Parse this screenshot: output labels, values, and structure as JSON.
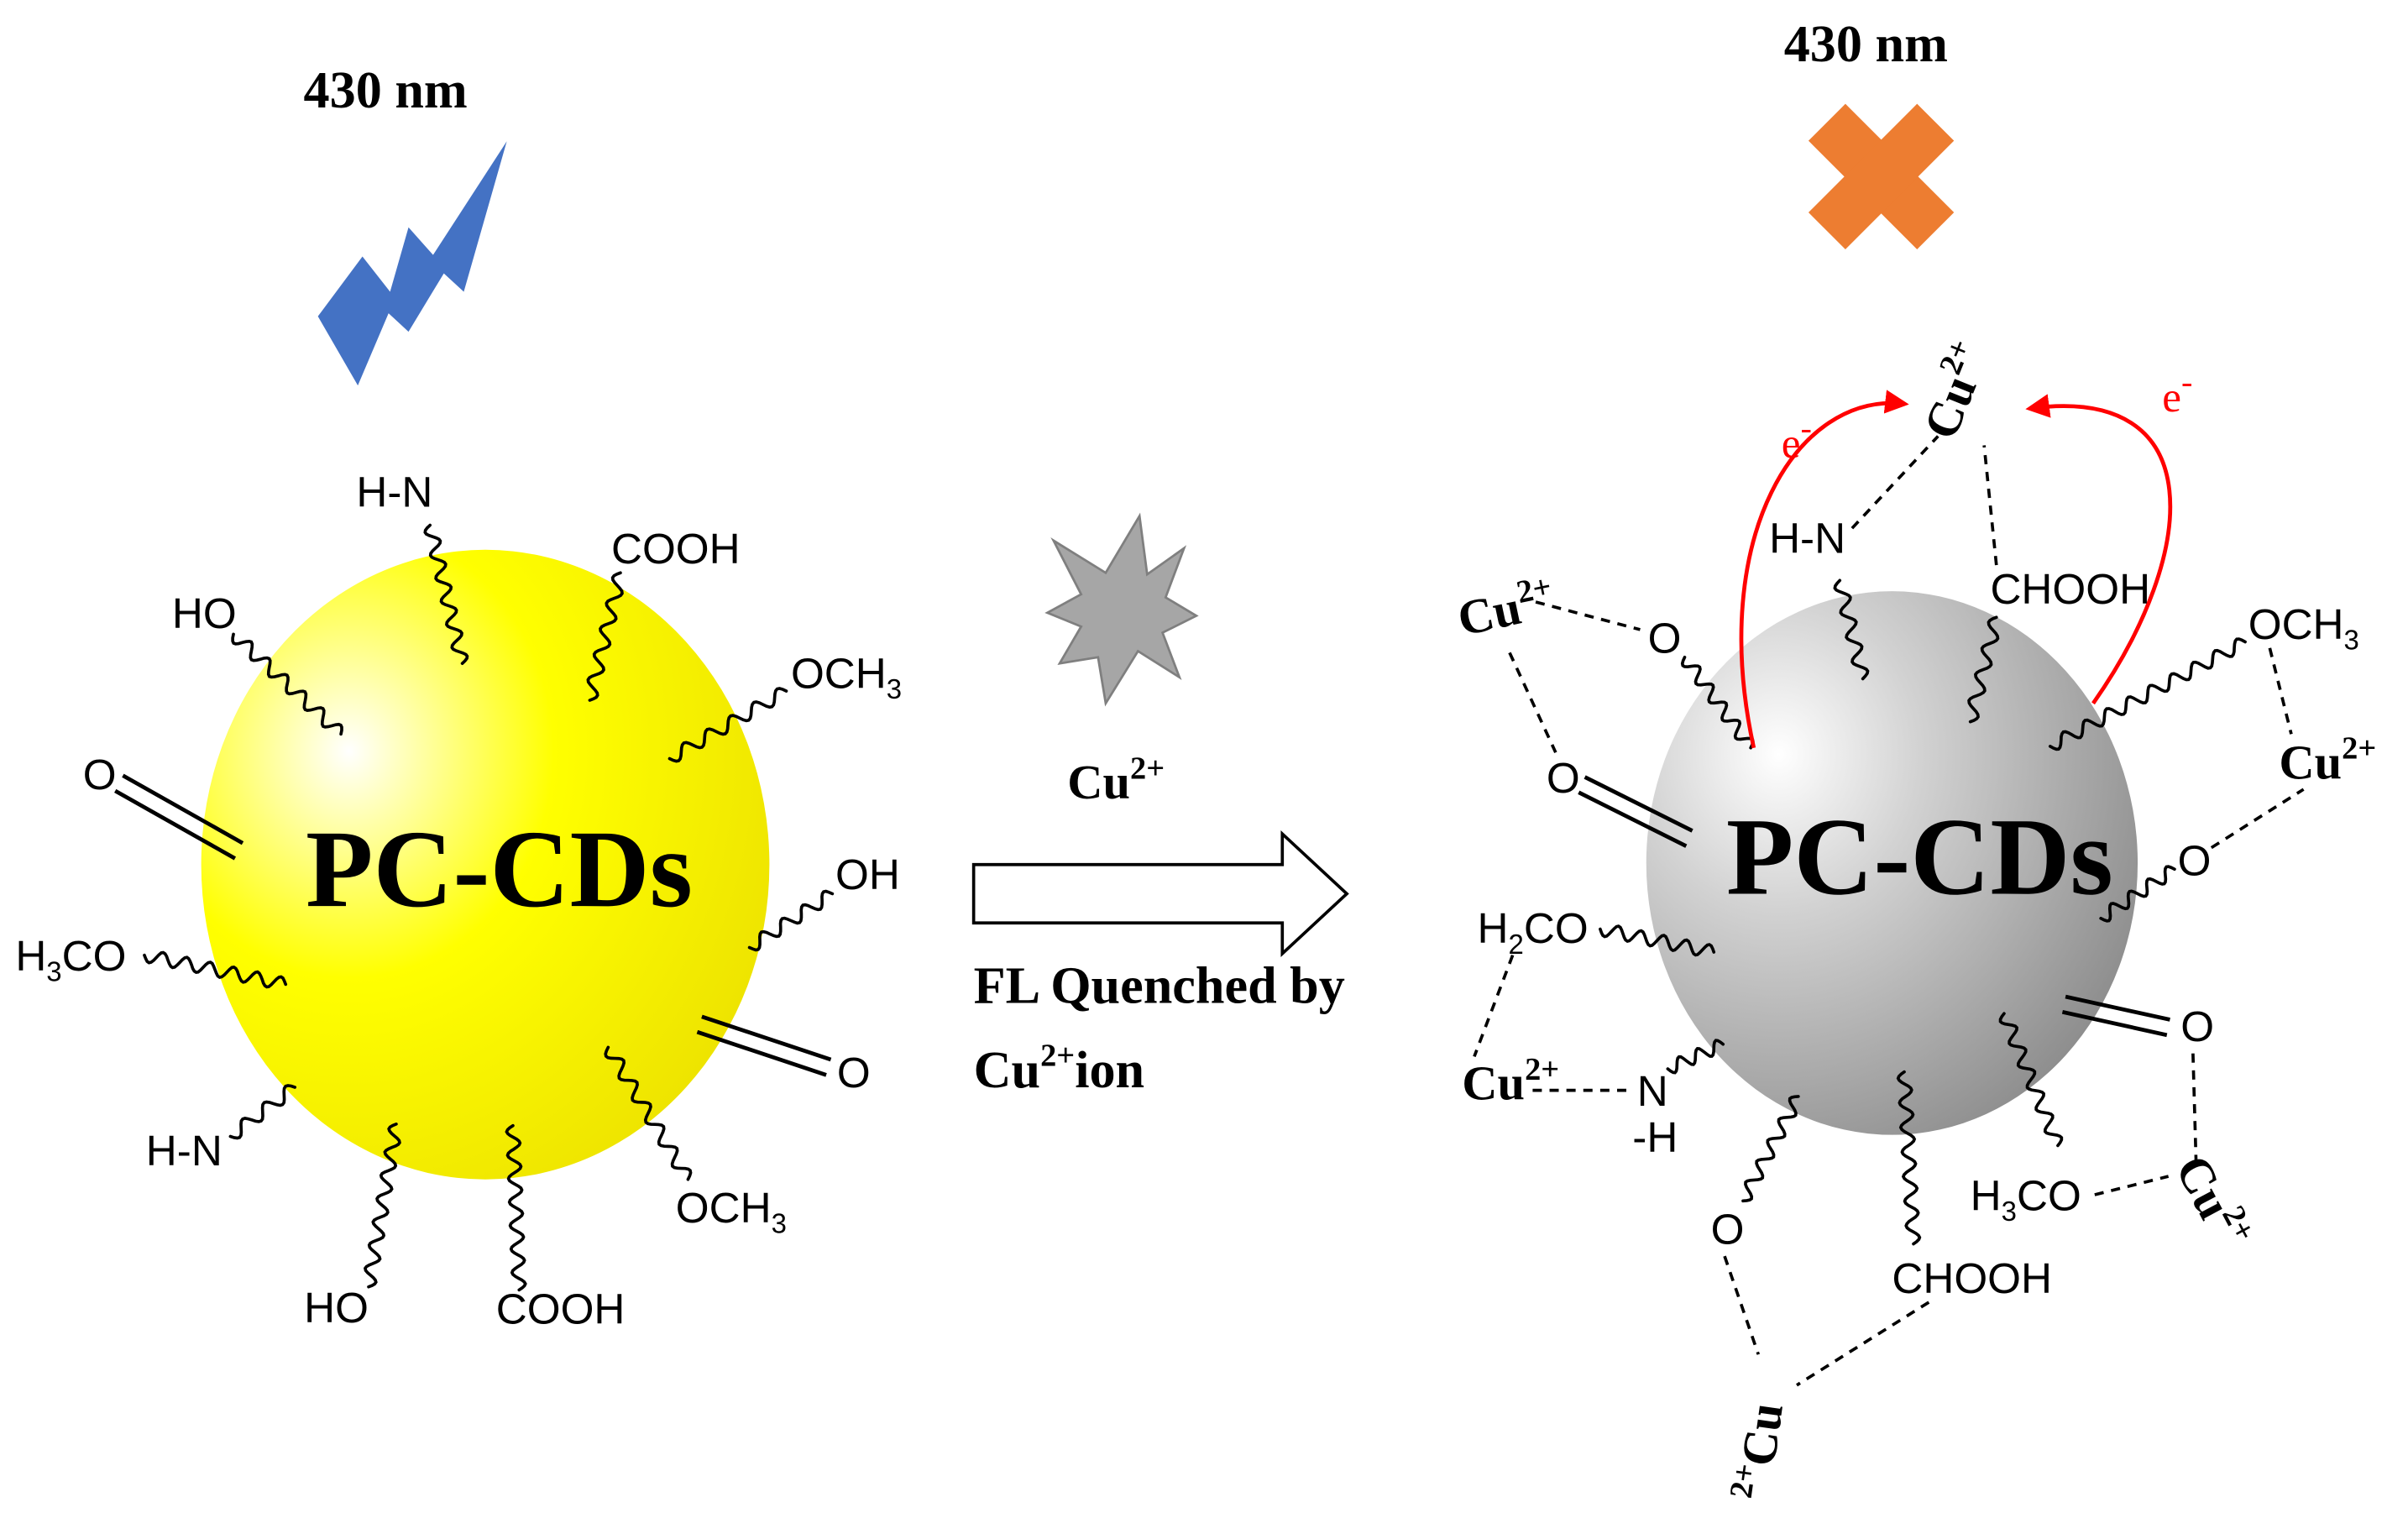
{
  "colors": {
    "lightning_bolt": "#4472C4",
    "blocked_cross": "#ED7D31",
    "electron_transfer": "#FF0000",
    "quenched_excitation_label": "#FF0000",
    "left_particle": "#FFFF00",
    "right_particle": "#8C8C8C",
    "quencher_star": "#A6A6A6"
  },
  "left_panel": {
    "excitation_label": "430 nm",
    "particle_label": "PC-CDs",
    "groups": {
      "top_amine": "H-N",
      "top_carboxyl": "COOH",
      "upper_hydroxyl": "HO",
      "upper_methoxy": {
        "main": "OCH",
        "sub": "3"
      },
      "left_carbonyl": "O",
      "right_hydroxyl": "OH",
      "left_methoxy": {
        "pre": "H",
        "sub": "3",
        "post": "CO"
      },
      "right_carbonyl": "O",
      "lower_amine": "H-N",
      "lower_methoxy": {
        "main": "OCH",
        "sub": "3"
      },
      "lower_hydroxyl": "HO",
      "lower_carboxyl": "COOH"
    }
  },
  "middle": {
    "quencher": {
      "main": "Cu",
      "sup": "2+"
    },
    "caption_line1": "FL Quenched by",
    "caption_line2": {
      "main": "Cu",
      "sup": "2+",
      "post": "ion"
    }
  },
  "right_panel": {
    "excitation_label": "430 nm",
    "particle_label": "PC-CDs",
    "electron_left": {
      "main": "e",
      "sup": "-"
    },
    "electron_right": {
      "main": "e",
      "sup": "-"
    },
    "ions": {
      "top": {
        "main": "Cu",
        "sup": "2+"
      },
      "upper_left": {
        "main": "Cu",
        "sup": "2+"
      },
      "right": {
        "main": "Cu",
        "sup": "2+"
      },
      "lower_left": {
        "main": "Cu",
        "sup": "2+"
      },
      "lower_right": {
        "main": "Cu",
        "sup": "2+"
      },
      "bottom": {
        "pre": "2+",
        "main": "Cu"
      }
    },
    "groups": {
      "top_amine": "H-N",
      "top_carboxyl": "CHOOH",
      "upper_left_hydroxyl": "O",
      "left_carbonyl": "O",
      "upper_right_methoxy": {
        "main": "OCH",
        "sub": "3"
      },
      "right_hydroxyl": "O",
      "left_methoxy": {
        "pre": "H",
        "sub": "2",
        "post": "CO"
      },
      "left_amine": {
        "atom": "N",
        "hydrogen": "-H"
      },
      "right_carbonyl": "O",
      "lower_methoxy": {
        "pre": "H",
        "sub": "3",
        "post": "CO"
      },
      "bottom_carboxyl": "CHOOH",
      "bottom_hydroxyl": "O"
    }
  }
}
